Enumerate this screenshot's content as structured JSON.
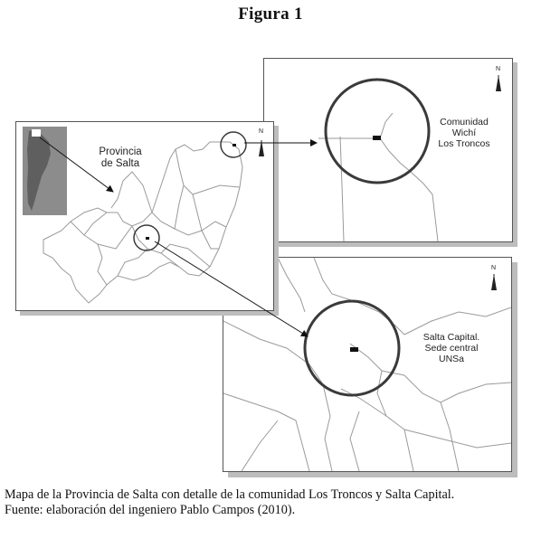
{
  "figure_title": "Figura 1",
  "labels": {
    "provincia": [
      "Provincia",
      "de Salta"
    ],
    "comunidad": [
      "Comunidad",
      "Wichí",
      "Los Troncos"
    ],
    "capital": [
      "Salta Capital.",
      "Sede central",
      "UNSa"
    ],
    "north": "N"
  },
  "caption": {
    "line1": "Mapa de la Provincia de Salta con detalle de la comunidad Los Troncos y Salta Capital.",
    "line2": "Fuente: elaboración del ingeniero Pablo Campos (2010)."
  },
  "colors": {
    "frame": "#555555",
    "shadow": "#bdbdbd",
    "lines": "#9a9a9a",
    "circle": "#3a3a3a",
    "inset": "#8c8c8c"
  }
}
